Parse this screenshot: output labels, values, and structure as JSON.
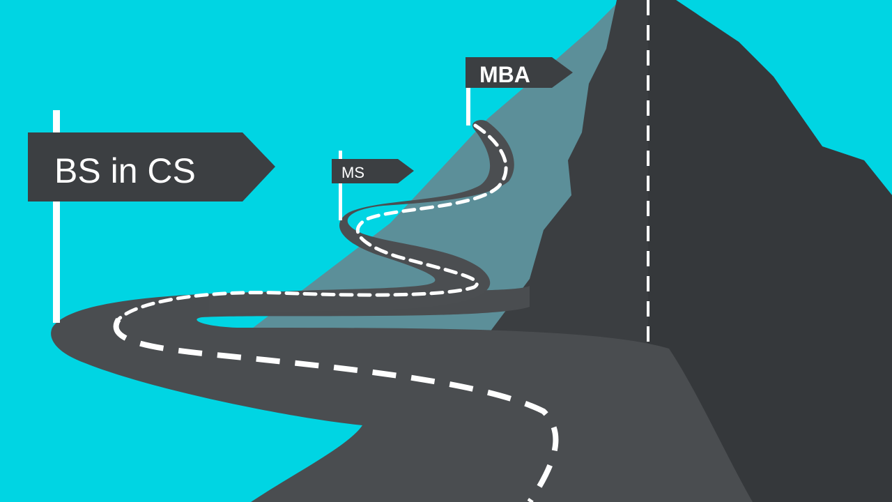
{
  "signs": {
    "bs": {
      "label": "BS in CS"
    },
    "ms": {
      "label": "MS"
    },
    "mba": {
      "label": "MBA"
    }
  },
  "colors": {
    "sky": "#00d5e3",
    "mountain_back": "#5b8e98",
    "mountain_front": "#3a3d40",
    "mountain_shadow": "#2f3235",
    "road": "#4a4d50",
    "sign_board": "#3c3f42",
    "dash": "#ffffff"
  }
}
